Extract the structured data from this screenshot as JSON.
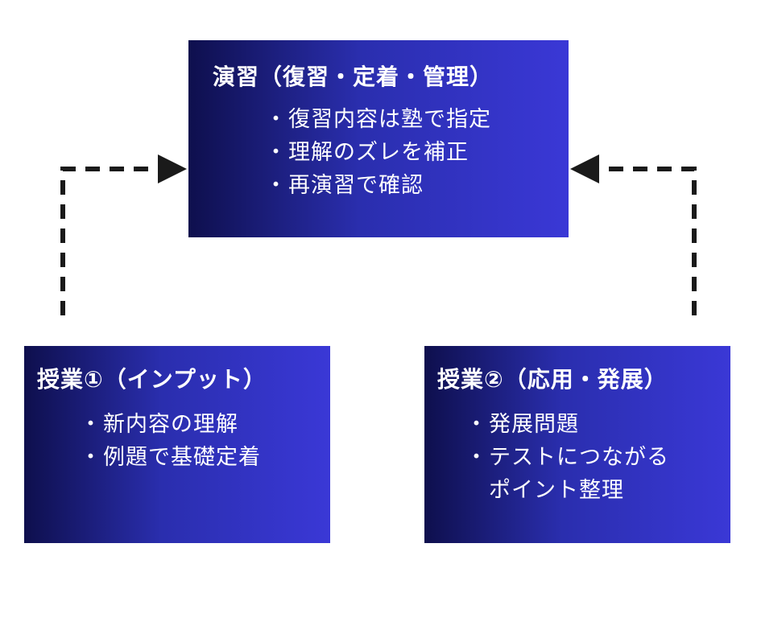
{
  "diagram": {
    "practice": {
      "title": "演習（復習・定着・管理）",
      "items": [
        "復習内容は塾で指定",
        "理解のズレを補正",
        "再演習で確認"
      ]
    },
    "lesson1": {
      "title": "授業①（インプット）",
      "items": [
        "新内容の理解",
        "例題で基礎定着"
      ]
    },
    "lesson2": {
      "title": "授業②（応用・発展）",
      "items": [
        "発展問題",
        "テストにつながる",
        "ポイント整理"
      ]
    },
    "bullet": "・",
    "colors": {
      "box_dark": "#0e0f4d",
      "box_light": "#3a38d6",
      "arrow": "#1a1a1a",
      "text": "#ffffff"
    }
  }
}
